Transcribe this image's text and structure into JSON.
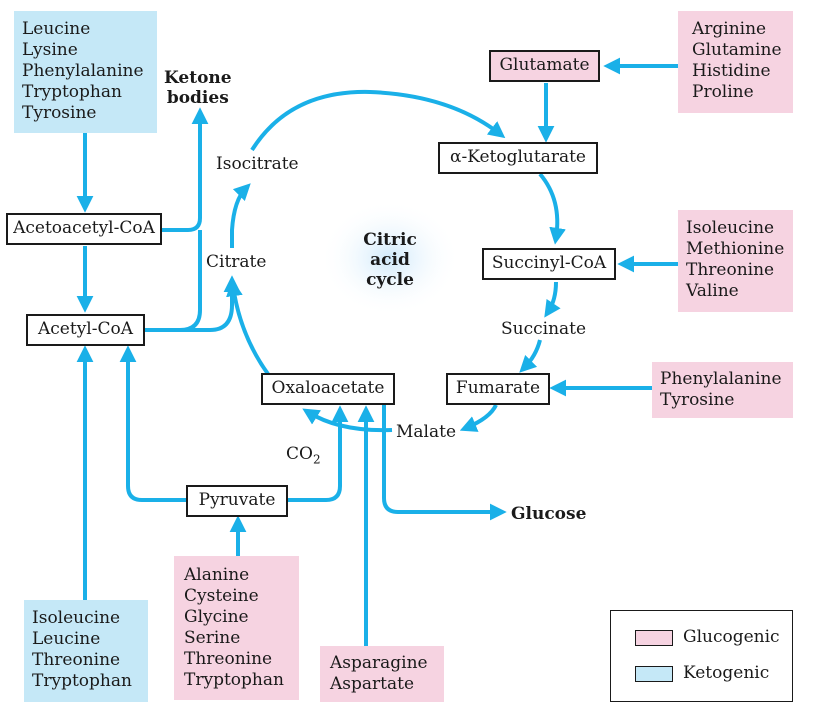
{
  "colors": {
    "arrow": "#1ab0e8",
    "glucogenic": "#f6d3e1",
    "ketogenic": "#c5e8f7",
    "glow": "#cfe9fb"
  },
  "amino_acid_groups": {
    "top_left": [
      "Leucine",
      "Lysine",
      "Phenylalanine",
      "Tryptophan",
      "Tyrosine"
    ],
    "top_right": [
      "Arginine",
      "Glutamine",
      "Histidine",
      "Proline"
    ],
    "right_middle": [
      "Isoleucine",
      "Methionine",
      "Threonine",
      "Valine"
    ],
    "right_lower": [
      "Phenylalanine",
      "Tyrosine"
    ],
    "bottom_left": [
      "Isoleucine",
      "Leucine",
      "Threonine",
      "Tryptophan"
    ],
    "bottom_center": [
      "Alanine",
      "Cysteine",
      "Glycine",
      "Serine",
      "Threonine",
      "Tryptophan"
    ],
    "bottom_right": [
      "Asparagine",
      "Aspartate"
    ]
  },
  "intermediates": {
    "glutamate": "Glutamate",
    "ketoglutarate": "α-Ketoglutarate",
    "succinyl_coa": "Succinyl-CoA",
    "fumarate": "Fumarate",
    "oxaloacetate": "Oxaloacetate",
    "acetoacetyl_coa": "Acetoacetyl-CoA",
    "acetyl_coa": "Acetyl-CoA",
    "pyruvate": "Pyruvate"
  },
  "labels": {
    "isocitrate": "Isocitrate",
    "citrate": "Citrate",
    "succinate": "Succinate",
    "malate": "Malate",
    "co2": "CO",
    "co2_sub": "2",
    "ketone_bodies": "Ketone\nbodies",
    "glucose": "Glucose",
    "cycle": "Citric\nacid\ncycle"
  },
  "legend": {
    "glucogenic": "Glucogenic",
    "ketogenic": "Ketogenic"
  }
}
